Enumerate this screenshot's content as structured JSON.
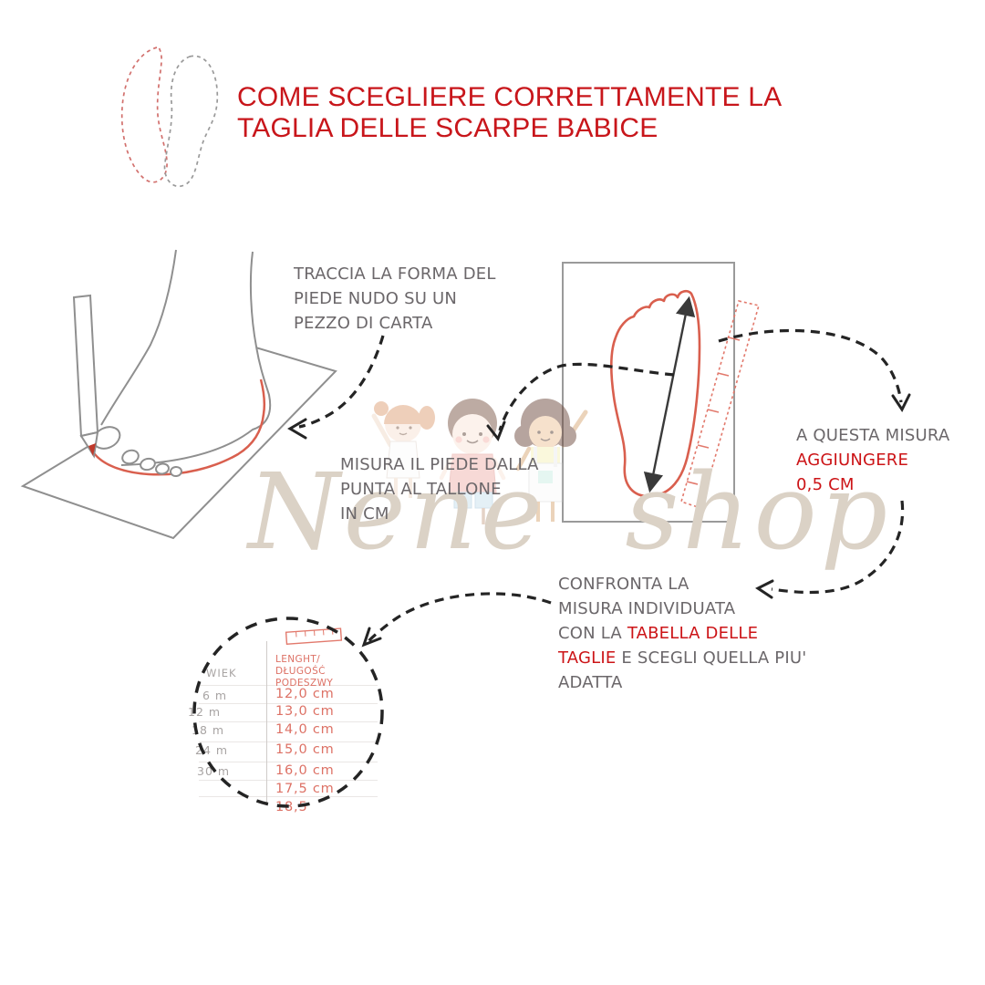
{
  "colors": {
    "title_red": "#c8161b",
    "accent_red": "#cc1417",
    "text_gray": "#6b676a",
    "table_gray": "#a8a4a3",
    "salmon": "#dd7165",
    "foot_outline_red": "#d95f4e",
    "watermark_beige": "#dbd2c6",
    "arrow_black": "#242424"
  },
  "title": {
    "lines": [
      "COME SCEGLIERE CORRETTAMENTE LA",
      "TAGLIA DELLE SCARPE BABICE"
    ]
  },
  "steps": {
    "trace": {
      "lines": [
        "TRACCIA LA FORMA DEL",
        "PIEDE NUDO SU UN",
        "PEZZO DI CARTA"
      ]
    },
    "measure": {
      "lines": [
        "MISURA IL PIEDE DALLA",
        "PUNTA AL TALLONE",
        "IN CM"
      ]
    },
    "add": {
      "gray": "A QUESTA MISURA",
      "red_line1": "AGGIUNGERE",
      "red_line2": "0,5 CM"
    },
    "compare": {
      "line1": "CONFRONTA LA",
      "line2": "MISURA INDIVIDUATA",
      "line3_gray": "CON LA ",
      "line3_red": "TABELLA DELLE",
      "line4_red": "TAGLIE",
      "line4_gray": " E SCEGLI QUELLA PIU'",
      "line5": "ADATTA"
    }
  },
  "size_table": {
    "age_header": "WIEK",
    "length_header_line1": "LENGHT/",
    "length_header_line2": "DŁUGOŚĆ PODESZWY",
    "rows": [
      {
        "age": "6 m",
        "length": "12,0 cm"
      },
      {
        "age": "12 m",
        "length": "13,0 cm"
      },
      {
        "age": "18 m",
        "length": "14,0 cm"
      },
      {
        "age": "24 m",
        "length": "15,0 cm"
      },
      {
        "age": "30 m",
        "length": "16,0 cm"
      },
      {
        "age": "",
        "length": "17,5 cm"
      },
      {
        "age": "",
        "length": "18,5"
      }
    ]
  },
  "watermark": {
    "text": "Nene shop"
  }
}
